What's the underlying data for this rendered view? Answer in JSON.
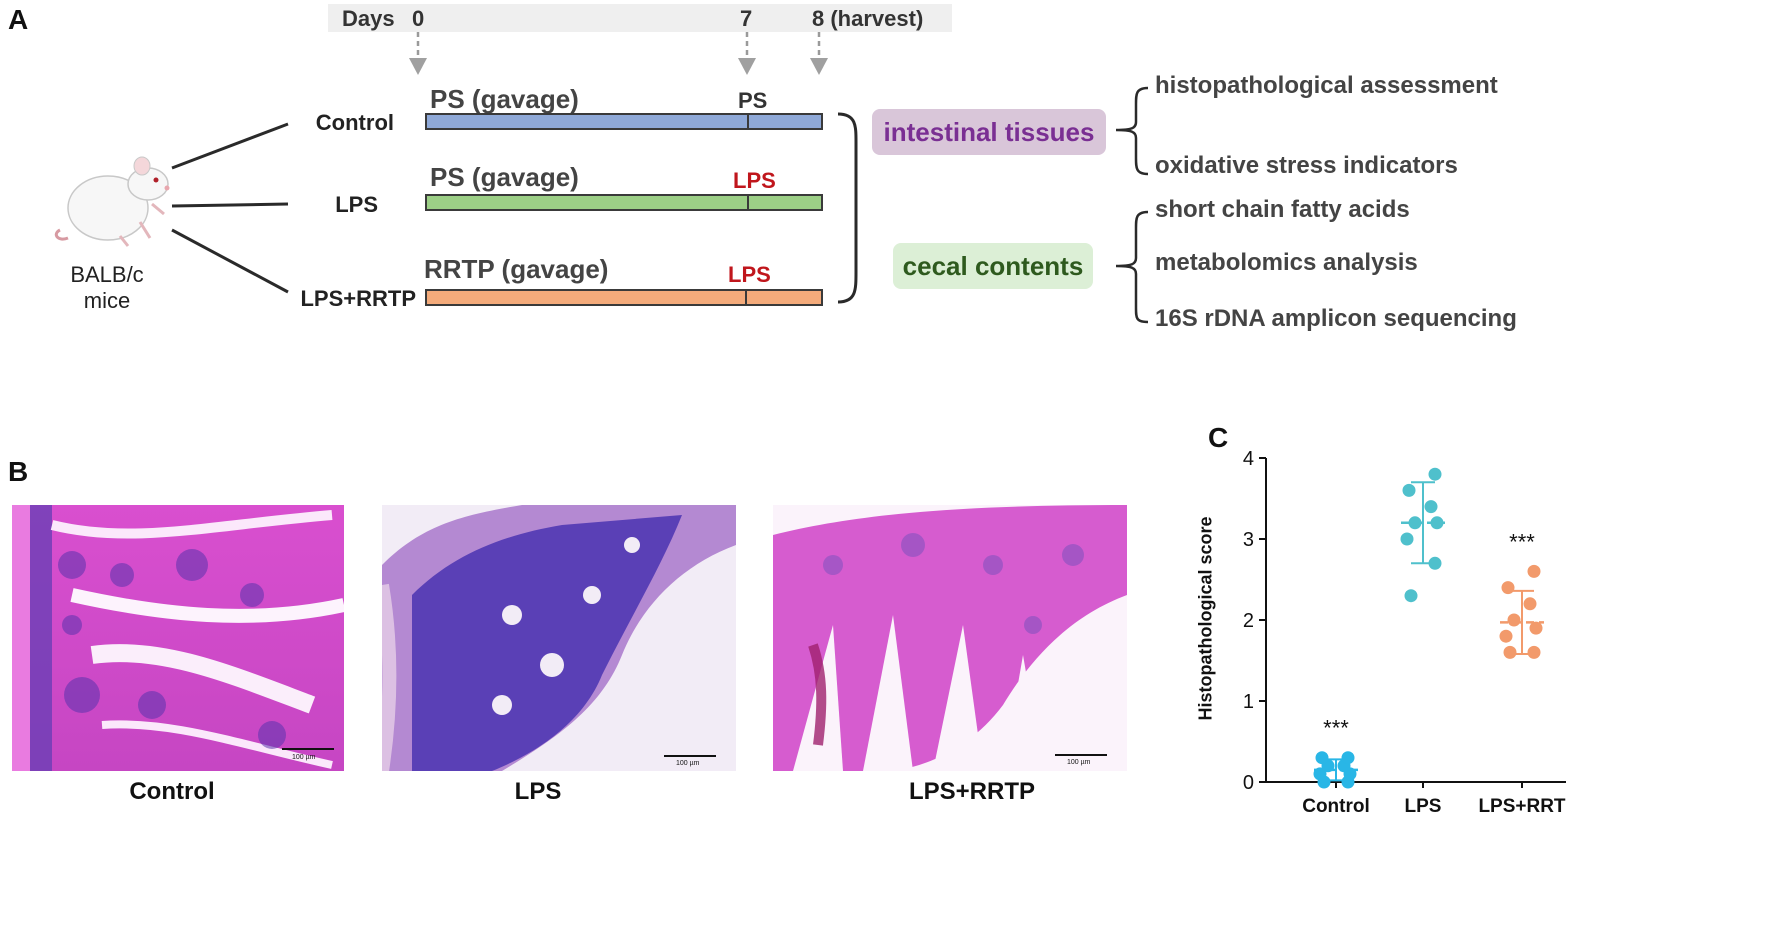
{
  "panels": {
    "a": "A",
    "b": "B",
    "c": "C"
  },
  "timeline": {
    "days_label": "Days",
    "day0": "0",
    "day7": "7",
    "day8": "8 (harvest)"
  },
  "mouse": {
    "line1": "BALB/c",
    "line2": "mice"
  },
  "groups": [
    {
      "name": "Control",
      "treatment": "PS (gavage)",
      "day7_label": "PS",
      "bar_color": "#8fa9d8"
    },
    {
      "name": "LPS",
      "treatment": "PS (gavage)",
      "day7_label": "LPS",
      "bar_color": "#9ccf86"
    },
    {
      "name": "LPS+RRTP",
      "treatment": "RRTP (gavage)",
      "day7_label": "LPS",
      "bar_color": "#f4ab7b"
    }
  ],
  "categories": [
    {
      "label": "intestinal tissues",
      "bg": "#d9c6d9",
      "fg": "#7a2f93"
    },
    {
      "label": "cecal contents",
      "bg": "#dcefd6",
      "fg": "#2e5a1e"
    }
  ],
  "outcomes": {
    "intestinal": [
      "histopathological assessment",
      "oxidative stress indicators"
    ],
    "cecal": [
      "short chain fatty acids",
      "metabolomics analysis",
      "16S rDNA amplicon sequencing"
    ]
  },
  "micrographs": {
    "labels": [
      "Control",
      "LPS",
      "LPS+RRTP"
    ],
    "scale_text": "100 µm"
  },
  "chart_data": {
    "type": "scatter",
    "ylabel": "Histopathological score",
    "ylim": [
      0,
      4
    ],
    "yticks": [
      "0",
      "1",
      "2",
      "3",
      "4"
    ],
    "categories": [
      "Control",
      "LPS",
      "LPS+RRT"
    ],
    "significance": [
      "***",
      "",
      "***"
    ],
    "series": [
      {
        "category": "Control",
        "color": "#29b6e6",
        "values": [
          0.0,
          0.0,
          0.1,
          0.1,
          0.2,
          0.2,
          0.3,
          0.3
        ],
        "mean": 0.15,
        "sd_low": 0.02,
        "sd_high": 0.28
      },
      {
        "category": "LPS",
        "color": "#4fc0cc",
        "values": [
          2.3,
          2.7,
          3.0,
          3.2,
          3.2,
          3.4,
          3.6,
          3.8
        ],
        "mean": 3.2,
        "sd_low": 2.7,
        "sd_high": 3.7
      },
      {
        "category": "LPS+RRT",
        "color": "#f29a6b",
        "values": [
          1.6,
          1.6,
          1.8,
          1.9,
          2.0,
          2.2,
          2.4,
          2.6
        ],
        "mean": 1.97,
        "sd_low": 1.58,
        "sd_high": 2.36
      }
    ]
  }
}
